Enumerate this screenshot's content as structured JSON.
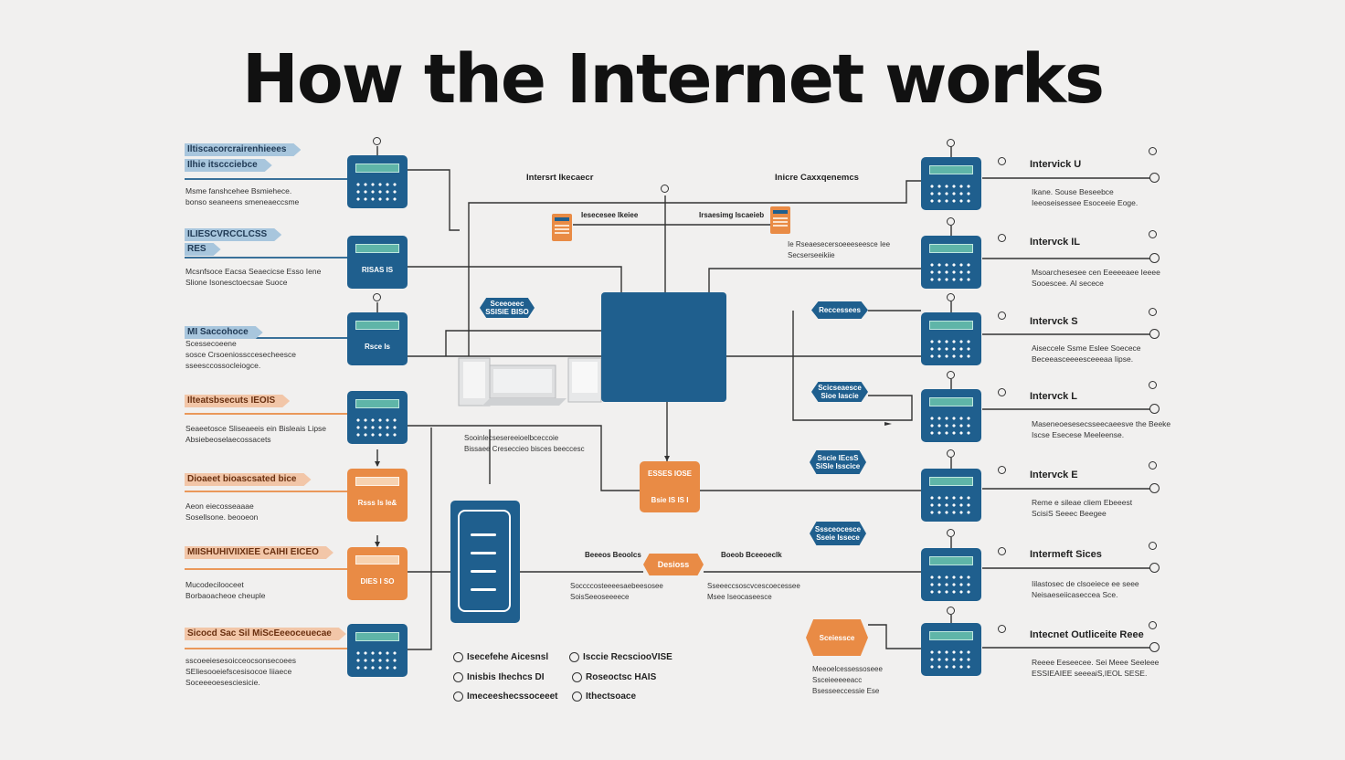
{
  "title": "How the Internet works",
  "colors": {
    "blue": "#1f5f8e",
    "orange": "#e98b45",
    "teal": "#5fb5a8",
    "background": "#f1f0ef"
  },
  "left_column": [
    {
      "tags": [
        "Iltiscacorcrairenhieees",
        "Ilhie itsccciebce"
      ],
      "description": "Msme fanshcehee Bsmiehece.\nbonso seaneens smeneaeccsme",
      "device_label": "",
      "color": "blue"
    },
    {
      "tags": [
        "ILIESCVRCCLCSS",
        "RES"
      ],
      "description": "Mcsnfsoce Eacsa Seaecicse Esso Iene\nSlione Isonesctoecsae Suoce",
      "device_label": "RISAS IS",
      "color": "blue"
    },
    {
      "tags": [
        "MI Saccohoce"
      ],
      "description": "Scessecoeene\nsosce Crsoeniossccesecheesce\nsseesccossocleiogce.",
      "device_label": "Rsce Is",
      "color": "blue"
    },
    {
      "tags": [
        "Ilteatsbsecuts IEOIS"
      ],
      "description": "Seaeetosce Sliseaeeis ein Bisleais Lipse\nAbsiebeoselaecossacets",
      "device_label": "",
      "color": "blue"
    },
    {
      "tags": [
        "Dioaeet bioascsated bice"
      ],
      "description": "Aeon eiecosseaaae\nSosellsone. beooeon",
      "device_label": "Rsss Is Ie&",
      "color": "orange"
    },
    {
      "tags": [
        "MIISHUHIVIIXIEE CAIHI EICEO"
      ],
      "description": "Mucodecilooceet\nBorbaoacheoe cheuple",
      "device_label": "DIES I SO",
      "color": "orange"
    },
    {
      "tags": [
        "Sicocd Sac Sil MiScEeeoceuecae"
      ],
      "description": "sscoeeiesesoicceocsonsecoees\nSEliesooeiefscesisocoe Iiiaece\nSoceeeoesesciesicie.",
      "device_label": "",
      "color": "blue"
    }
  ],
  "center": {
    "label_left": "Intersrt Ikecaecr",
    "label_right": "Inicre Caxxqenemcs",
    "mini_label_left": "Iesecesee Ikeiee",
    "mini_label_right": "Irsaesimg Iscaeieb",
    "mini_note": "Ie Rseaesecersoeeeseesce Iee\nSecserseeikiie",
    "badge_left": "Sceeoeec\nSSISIE BISO",
    "server_note": "Sooinlecsesereeioelbceccoie\nBissaee Creseccieo bisces beeccesc",
    "orange_device_label": "ESSES IOSE",
    "orange_device_sub": "Bsie IS IS I",
    "hub_tag": "Desioss",
    "hub_left_label": "Beeeos Beoolcs",
    "hub_right_label": "Boeob Bceeoeclk",
    "hub_left_note": "Soccccosteeeesaebeesosee\nSoisSeeoseeeece",
    "hub_right_note": "Sseeeccsoscvcescoecessee\nMsee Iseocaseesce"
  },
  "legend": [
    "Isecefehe Aicesnsl",
    "Inisbis Ihechcs DI",
    "Imeceeshecssoceeet",
    "Isccie RecsciooVISE",
    "Roseoctsc HAIS",
    "Ithectsoace"
  ],
  "mid_right_badges": [
    "Reccessees",
    "Scicseaesce\nSioe Iascie",
    "Sscie IEcsS\nSiSIe Isscice",
    "Sssceocesce\nSseie Issece"
  ],
  "orange_badge_right": {
    "label": "Sceiessce",
    "note": "Meeoelcessessoseee\nSsceieeeeeacc\nBsesseeccessie Ese"
  },
  "right_column": [
    {
      "name": "Intervick U",
      "description": "Ikane. Souse Beseebce\nIeeoseisessee Esoceeie Eoge."
    },
    {
      "name": "Intervck IL",
      "description": "Msoarchesesee cen Eeeeeaee Ieeee\nSooescee. Al secece"
    },
    {
      "name": "Intervck S",
      "description": "Aiseccele Ssme Eslee Soecece\nBeceeasceeeesceeeaa Iipse."
    },
    {
      "name": "Intervck L",
      "description": "Maseneoesesecsseecaeesve the Beeke\nIscse Esecese Meeleense."
    },
    {
      "name": "Intervck E",
      "description": "Reme e sileae cliem Ebeeest\nScisiS Seeec Beegee"
    },
    {
      "name": "Intermeft Sices",
      "description": "Iilastosec de clsoeiece ee seee\nNeisaeseiicaseccea Sce."
    },
    {
      "name": "Intecnet Outliceite Reee",
      "description": "Reeee Eeseecee. Sei Meee Seeleee\nESSIEAIEE seeeaiS,IEOL SESE."
    }
  ]
}
